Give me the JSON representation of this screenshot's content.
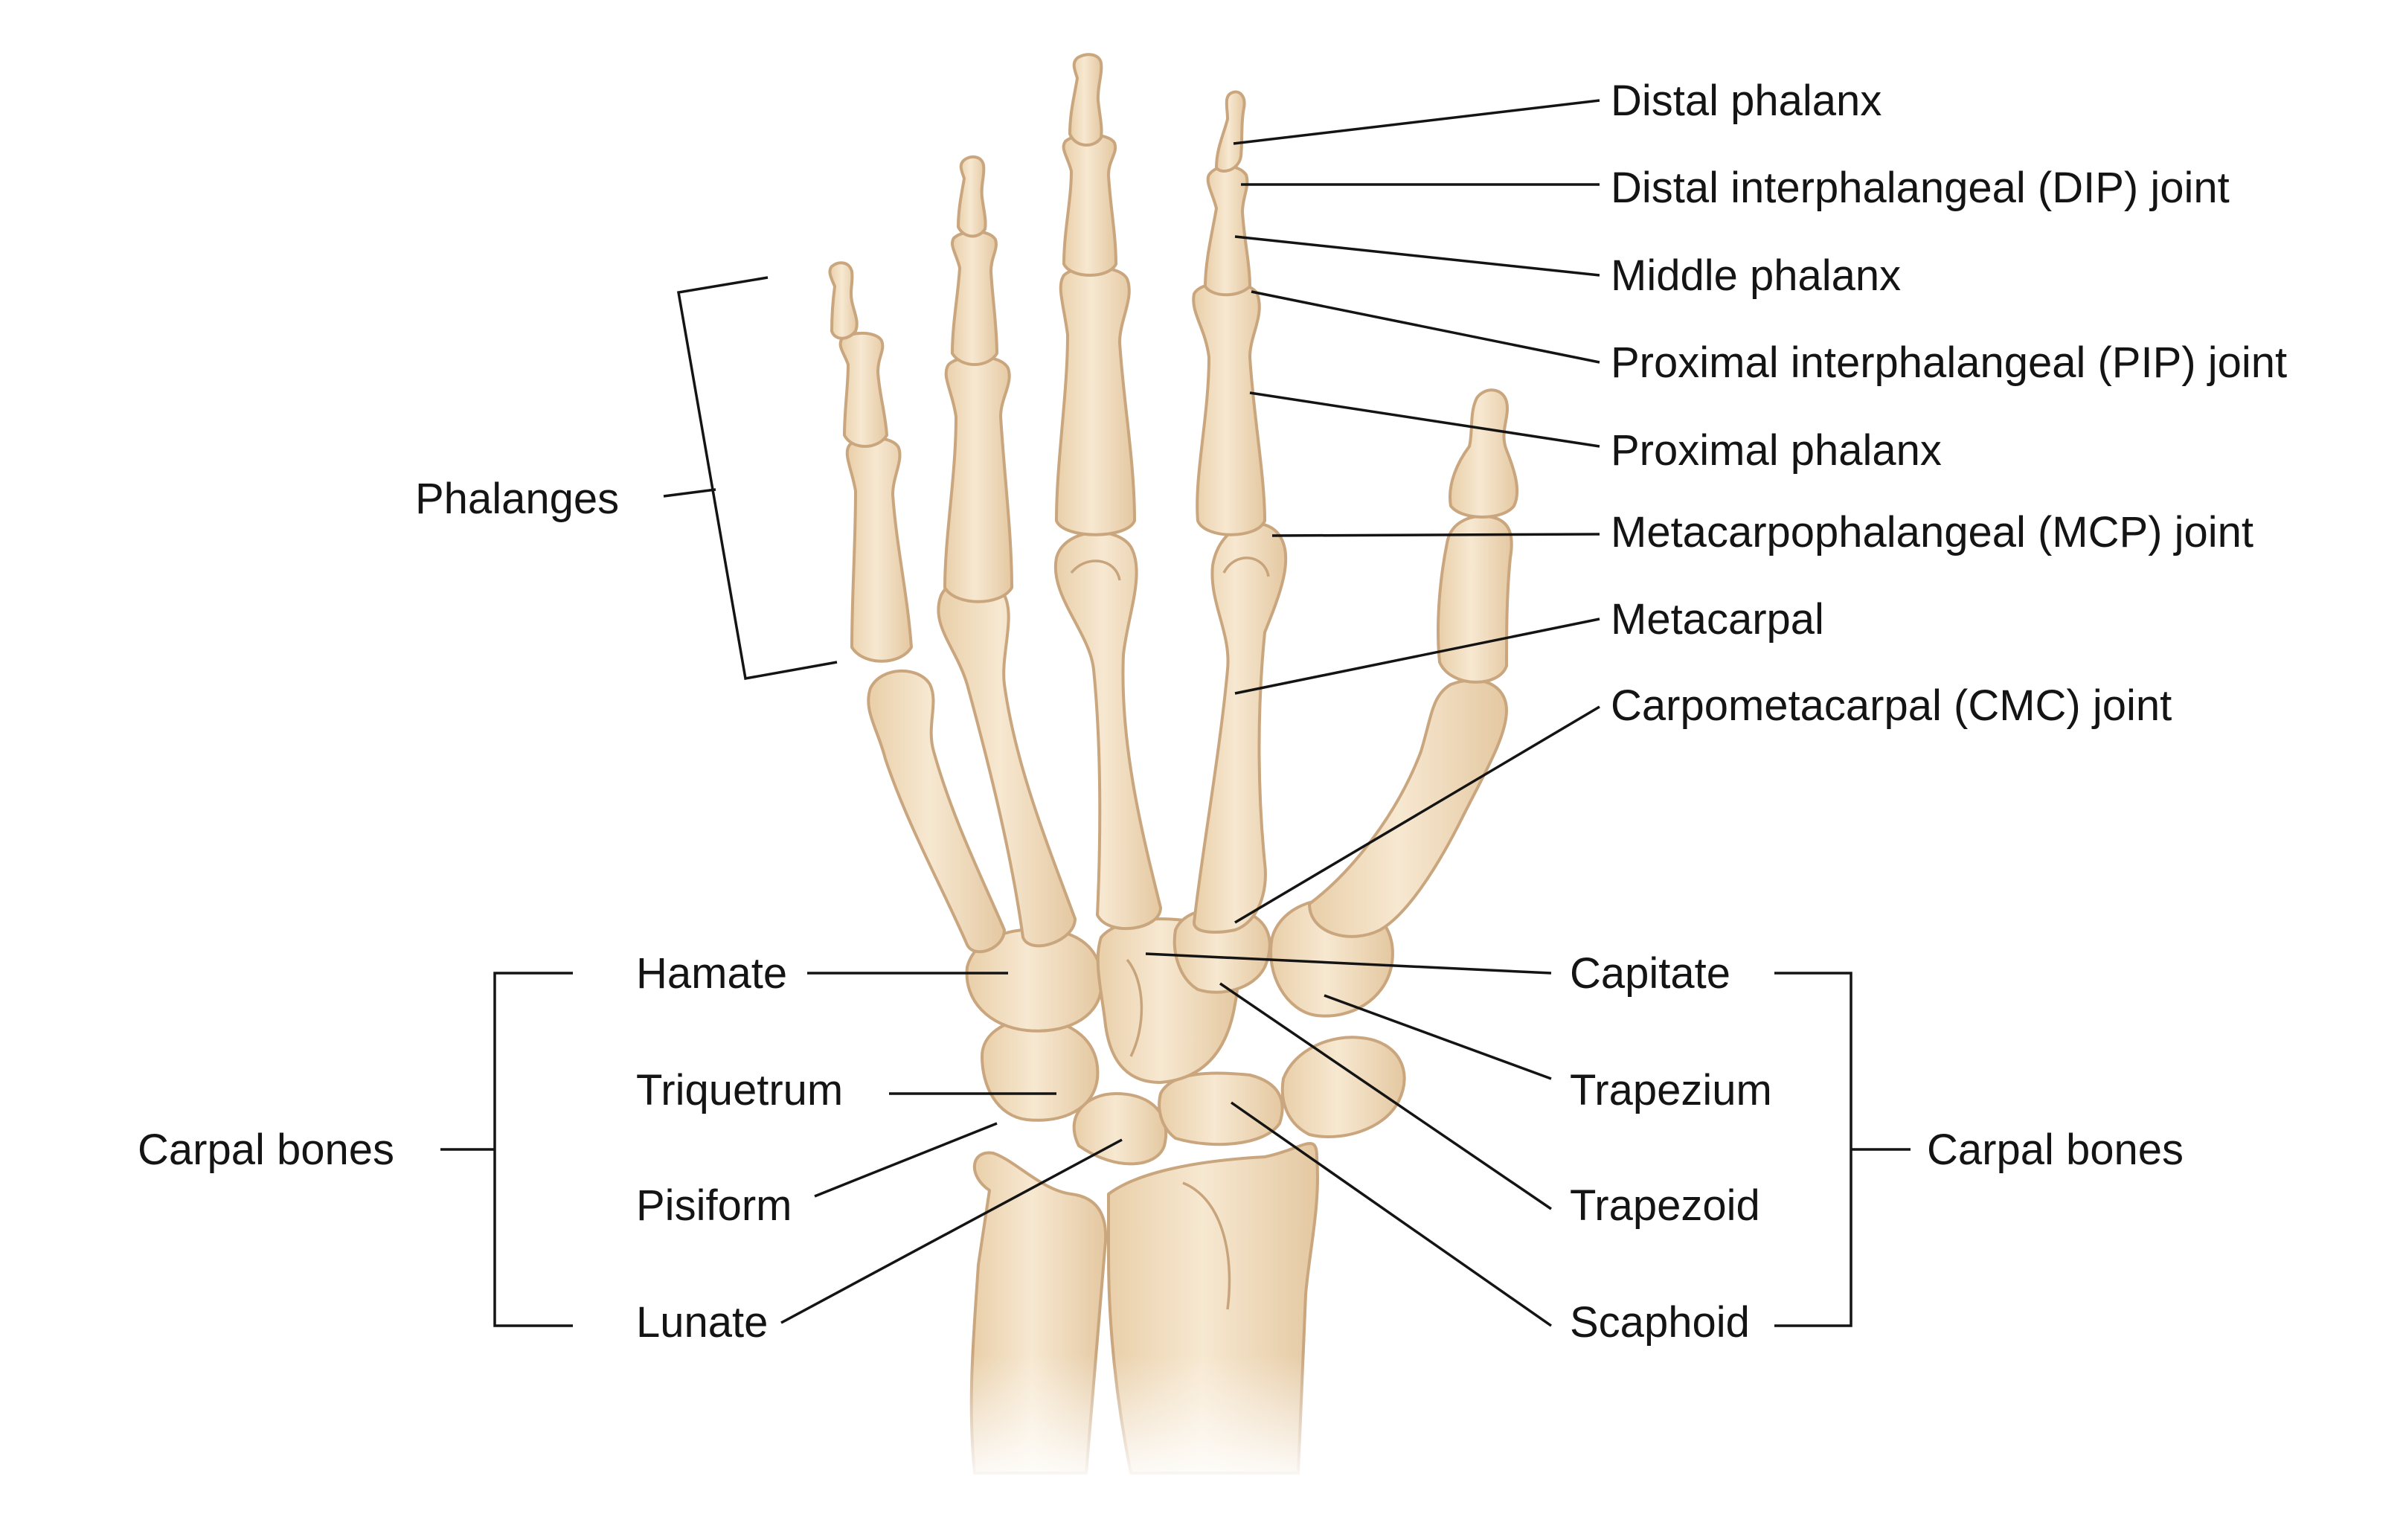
{
  "diagram": {
    "left_labels": {
      "phalanges": "Phalanges",
      "carpal_bones": "Carpal bones"
    },
    "right_labels": {
      "distal_phalanx": "Distal phalanx",
      "dip_joint": "Distal interphalangeal (DIP) joint",
      "middle_phalanx": "Middle phalanx",
      "pip_joint": "Proximal interphalangeal (PIP) joint",
      "proximal_phalanx": "Proximal phalanx",
      "mcp_joint": "Metacarpophalangeal (MCP) joint",
      "metacarpal": "Metacarpal",
      "cmc_joint": "Carpometacarpal (CMC) joint",
      "carpal_bones": "Carpal bones"
    },
    "carpal_left": {
      "hamate": "Hamate",
      "triquetrum": "Triquetrum",
      "pisiform": "Pisiform",
      "lunate": "Lunate"
    },
    "carpal_right": {
      "capitate": "Capitate",
      "trapezium": "Trapezium",
      "trapezoid": "Trapezoid",
      "scaphoid": "Scaphoid"
    },
    "colors": {
      "bone_fill": "#f3e0c4",
      "bone_shadow": "#e6c9a3",
      "bone_outline": "#c9a67e",
      "leader": "#141414"
    }
  }
}
